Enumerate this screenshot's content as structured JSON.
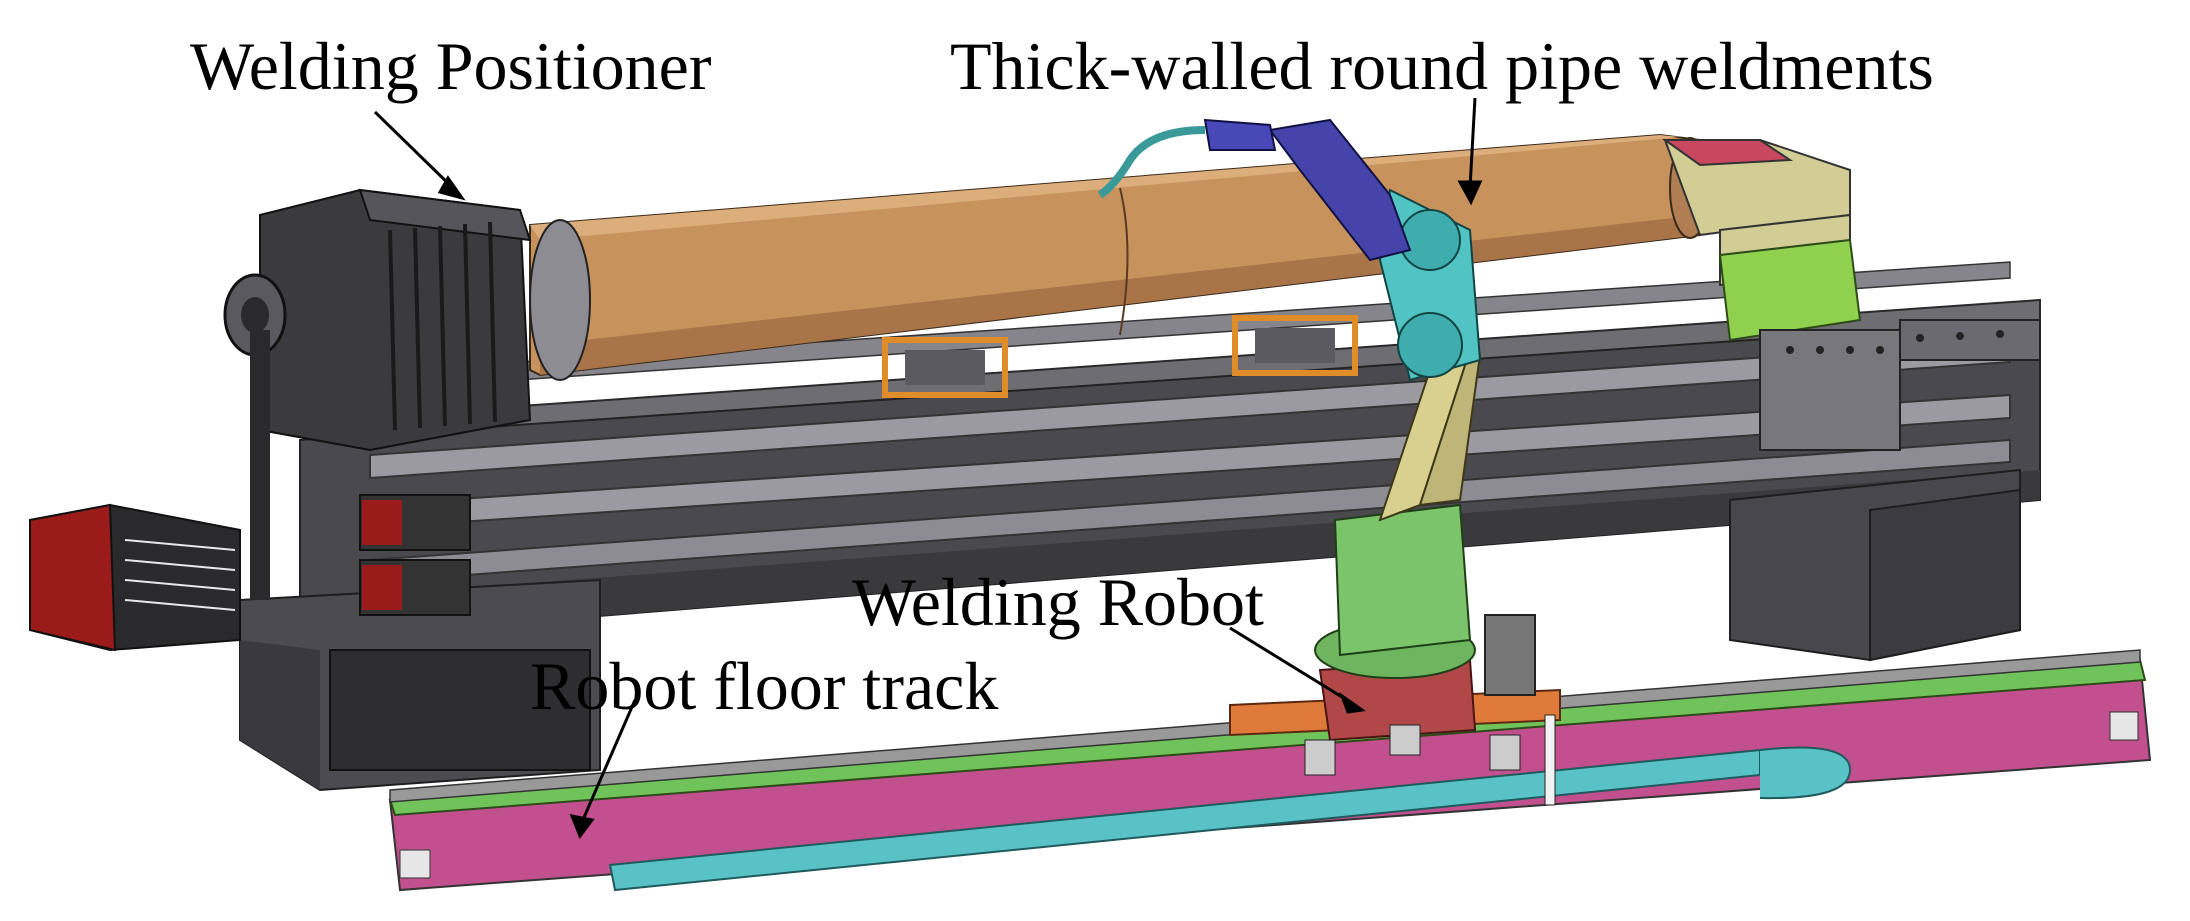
{
  "labels": {
    "positioner": "Welding Positioner",
    "pipe": "Thick-walled round pipe weldments",
    "robot": "Welding Robot",
    "track": "Robot floor track"
  },
  "colors": {
    "pipe": "#c8925c",
    "positioner_body": "#3b3b3e",
    "frame": "#5a5a5e",
    "rail": "#8a8a8f",
    "motor_red": "#9b1b1b",
    "robot_base_red": "#b04848",
    "robot_green": "#7cc46a",
    "robot_cyan": "#52c3c3",
    "robot_blue": "#4444aa",
    "robot_tan": "#d9cf8e",
    "track_magenta": "#c2508f",
    "track_green": "#6fc35a",
    "track_cyan": "#58c2c6",
    "carriage_orange": "#e07a3a",
    "support_orange": "#e08c28",
    "tailstock_green": "#8fd14f",
    "tailstock_red": "#c84860"
  }
}
